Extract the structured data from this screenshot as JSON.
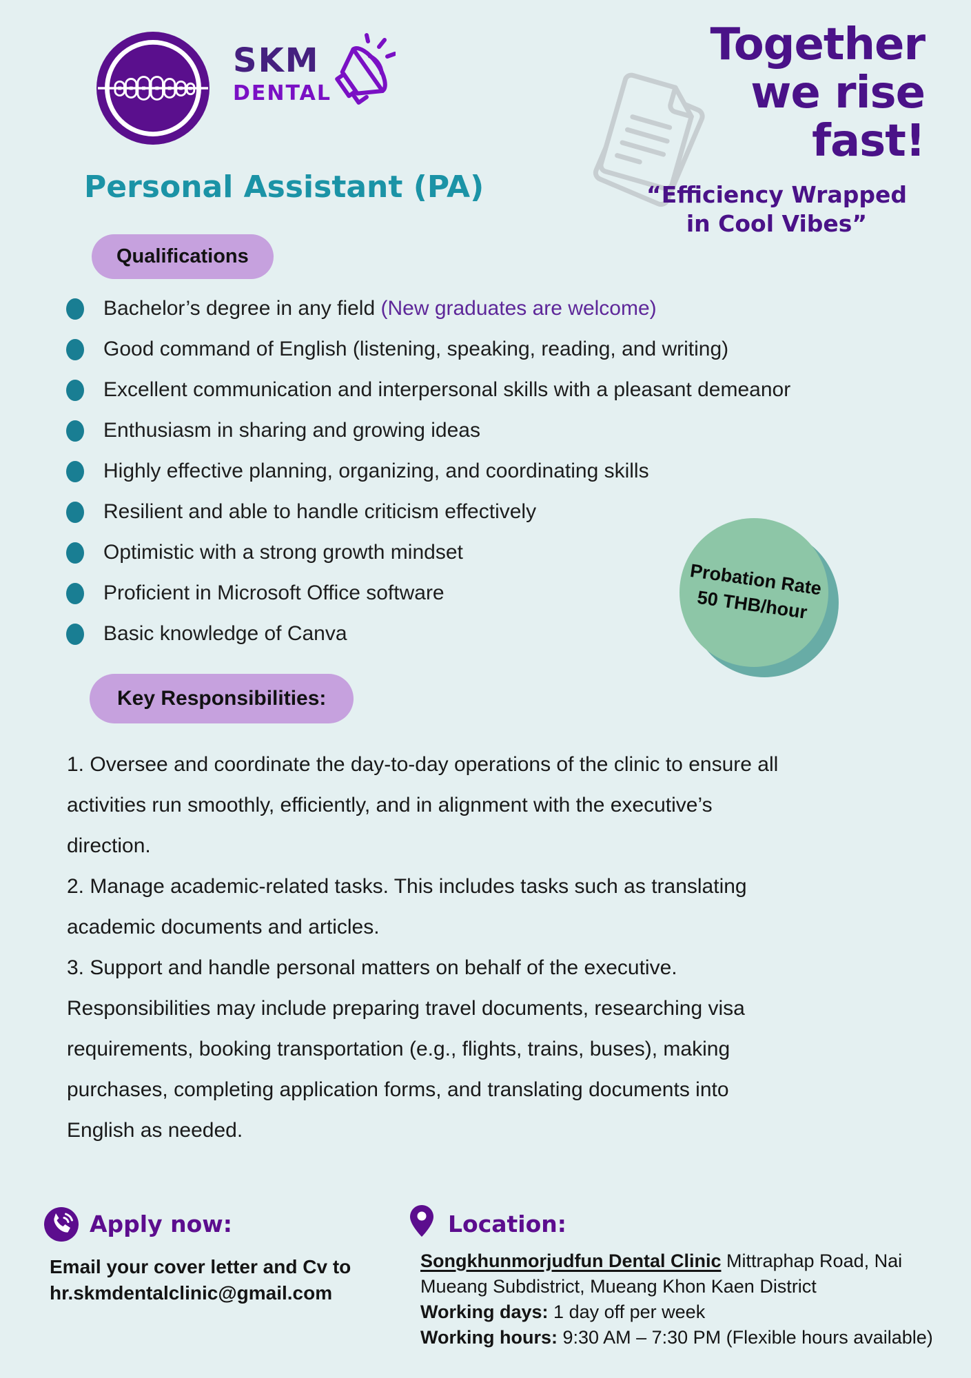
{
  "colors": {
    "background": "#e4f0f1",
    "logo_purple": "#5a0f8d",
    "brand_dark_purple": "#45207f",
    "accent_purple": "#7a10c4",
    "headline_purple": "#4a1288",
    "title_teal": "#1b93a6",
    "bullet_teal": "#197e93",
    "badge_lavender": "#c6a1de",
    "note_purple": "#5e2799",
    "probation_green": "#8dc6a7",
    "probation_green_shadow": "#68aca6",
    "footer_purple": "#5c0d8e",
    "papers_gray": "#c7ced1"
  },
  "logo": {
    "line1": "SKM",
    "line2": "DENTAL"
  },
  "header": {
    "headline": "Together\nwe rise\nfast!",
    "tagline": "“Efficiency Wrapped\nin Cool Vibes”"
  },
  "job": {
    "title": "Personal Assistant (PA)"
  },
  "qualifications": {
    "badge_label": "Qualifications",
    "items": [
      {
        "text": "Bachelor’s degree in any field ",
        "note": "(New graduates are welcome)"
      },
      {
        "text": "Good command of English (listening, speaking, reading, and writing)"
      },
      {
        "text": "Excellent communication and interpersonal skills with a pleasant demeanor"
      },
      {
        "text": "Enthusiasm in sharing and growing ideas"
      },
      {
        "text": "Highly effective planning, organizing, and coordinating skills"
      },
      {
        "text": "Resilient and able to handle criticism effectively"
      },
      {
        "text": "Optimistic with a strong growth mindset"
      },
      {
        "text": "Proficient in Microsoft Office software"
      },
      {
        "text": "Basic knowledge of Canva"
      }
    ]
  },
  "probation_badge": {
    "text": "Probation Rate\n50 THB/hour"
  },
  "responsibilities": {
    "badge_label": "Key Responsibilities:",
    "paragraphs": [
      "1. Oversee and coordinate the day-to-day operations of the clinic to ensure all\nactivities run smoothly, efficiently, and in alignment with the executive’s\ndirection.",
      "2. Manage academic-related tasks. This includes tasks such as translating\nacademic documents and articles.",
      "3. Support and handle personal matters on behalf of the executive.\nResponsibilities may include preparing travel documents, researching visa\nrequirements, booking transportation (e.g., flights, trains, buses), making\npurchases, completing application forms, and translating documents into\nEnglish as needed."
    ]
  },
  "apply": {
    "heading": "Apply now:",
    "instructions": "Email your cover letter and Cv to\nhr.skmdentalclinic@gmail.com"
  },
  "location": {
    "heading": "Location:",
    "clinic_name": "Songkhunmorjudfun Dental Clinic",
    "address_rest": " Mittraphap Road, Nai\nMueang Subdistrict, Mueang Khon Kaen District",
    "working_days_label": "Working days:",
    "working_days_value": " 1 day off per week",
    "working_hours_label": "Working hours:",
    "working_hours_value": " 9:30 AM – 7:30 PM (Flexible hours available)"
  }
}
